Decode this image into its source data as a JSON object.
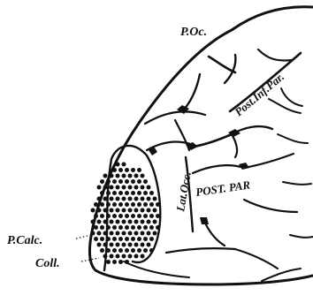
{
  "labels": {
    "p_oc": "P.Oc.",
    "post_inf_par": "Post.Inf.Par.",
    "lat_occ": "Lat.Occ.",
    "post_par": "POST. PAR",
    "p_calc": "P.Calc.",
    "coll": "Coll."
  },
  "colors": {
    "ink": "#111111",
    "paper": "#ffffff"
  }
}
